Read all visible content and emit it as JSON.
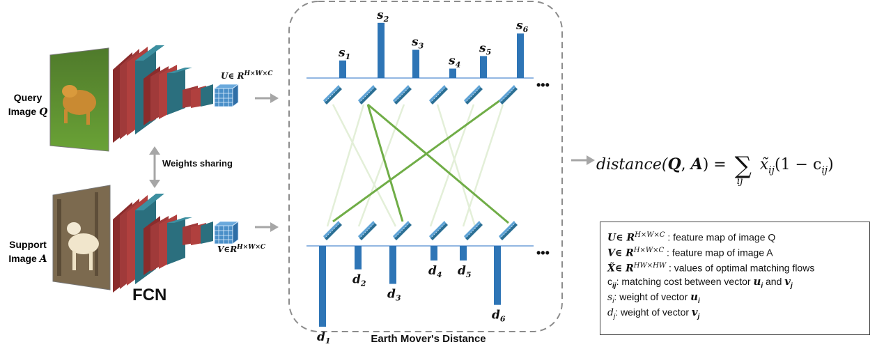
{
  "left": {
    "query_label_line1": "Query",
    "query_label_line2": "Image",
    "query_symbol": "Q",
    "support_label_line1": "Support",
    "support_label_line2": "Image",
    "support_symbol": "A",
    "weights_sharing": "Weights sharing",
    "fcn_label": "FCN",
    "u_feature_label": "U∈ R",
    "u_feature_sup": "H×W×C",
    "v_feature_label": "V∈R",
    "v_feature_sup": "H×W×C"
  },
  "emd": {
    "title": "Earth Mover's Distance",
    "s_labels": [
      "s1",
      "s2",
      "s3",
      "s4",
      "s5",
      "s6"
    ],
    "s_heights": [
      0.28,
      0.88,
      0.45,
      0.15,
      0.35,
      0.71
    ],
    "d_labels": [
      "d1",
      "d2",
      "d3",
      "d4",
      "d5",
      "d6"
    ],
    "d_heights": [
      1.0,
      0.29,
      0.47,
      0.18,
      0.18,
      0.73
    ],
    "ellipsis_top": "•••",
    "ellipsis_bottom": "•••"
  },
  "formula": {
    "lhs": "distance(",
    "q": "Q",
    "comma": ", ",
    "a": "A",
    "rhs_open": ") = ",
    "sum": "∑",
    "sum_sub": "ij",
    "x": "x̃",
    "x_sub": "ij",
    "tail": "(1 − c",
    "c_sub": "ij",
    "close": ")"
  },
  "legend": {
    "rows": [
      {
        "sym": "U∈ R",
        "sup": "H×W×C",
        "text": " : feature map of image Q"
      },
      {
        "sym": "V∈ R",
        "sup": "H×W×C",
        "text": " : feature map of image A"
      },
      {
        "sym": "X̃∈ R",
        "sup": "HW×HW",
        "text": " : values of optimal matching flows"
      }
    ],
    "row_c_prefix": "c",
    "row_c_sub": "ij",
    "row_c_text": ": matching cost between vector ",
    "row_c_u": "u",
    "row_c_u_sub": "i",
    "row_c_and": " and ",
    "row_c_v": "v",
    "row_c_v_sub": "j",
    "row_s_sym": "s",
    "row_s_sub": "i",
    "row_s_text": ":   weight of vector ",
    "row_s_vec": "u",
    "row_s_vec_sub": "i",
    "row_d_sym": "d",
    "row_d_sub": "j",
    "row_d_text": ":   weight of vector ",
    "row_d_vec": "v",
    "row_d_vec_sub": "j"
  },
  "colors": {
    "bar_blue": "#2e75b6",
    "layer_red": "#9b3333",
    "layer_teal": "#2a7b8c",
    "match_green": "#70ad47",
    "arrow_gray": "#a6a6a6",
    "dash_gray": "#8c8c8c"
  }
}
